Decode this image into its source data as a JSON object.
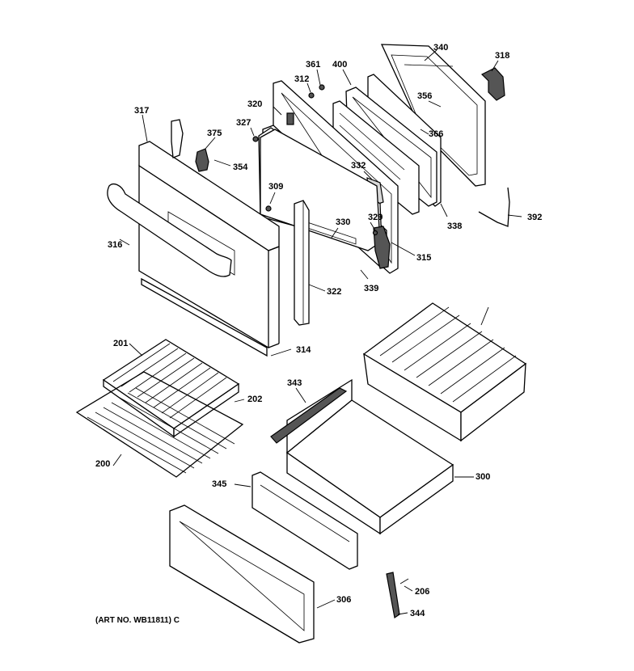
{
  "diagram": {
    "callouts": [
      {
        "id": "340",
        "text": "340"
      },
      {
        "id": "318",
        "text": "318"
      },
      {
        "id": "361",
        "text": "361"
      },
      {
        "id": "400",
        "text": "400"
      },
      {
        "id": "312",
        "text": "312"
      },
      {
        "id": "356",
        "text": "356"
      },
      {
        "id": "320",
        "text": "320"
      },
      {
        "id": "366",
        "text": "366"
      },
      {
        "id": "317",
        "text": "317"
      },
      {
        "id": "327",
        "text": "327"
      },
      {
        "id": "375",
        "text": "375"
      },
      {
        "id": "354",
        "text": "354"
      },
      {
        "id": "332",
        "text": "332"
      },
      {
        "id": "309",
        "text": "309"
      },
      {
        "id": "338",
        "text": "338"
      },
      {
        "id": "392",
        "text": "392"
      },
      {
        "id": "329",
        "text": "329"
      },
      {
        "id": "330",
        "text": "330"
      },
      {
        "id": "316",
        "text": "316"
      },
      {
        "id": "315",
        "text": "315"
      },
      {
        "id": "339",
        "text": "339"
      },
      {
        "id": "322",
        "text": "322"
      },
      {
        "id": "314",
        "text": "314"
      },
      {
        "id": "201",
        "text": "201"
      },
      {
        "id": "202",
        "text": "202"
      },
      {
        "id": "343",
        "text": "343"
      },
      {
        "id": "200",
        "text": "200"
      },
      {
        "id": "300",
        "text": "300"
      },
      {
        "id": "345",
        "text": "345"
      },
      {
        "id": "206",
        "text": "206"
      },
      {
        "id": "306",
        "text": "306"
      },
      {
        "id": "344",
        "text": "344"
      }
    ],
    "art_number": "(ART NO. WB11811) C"
  }
}
